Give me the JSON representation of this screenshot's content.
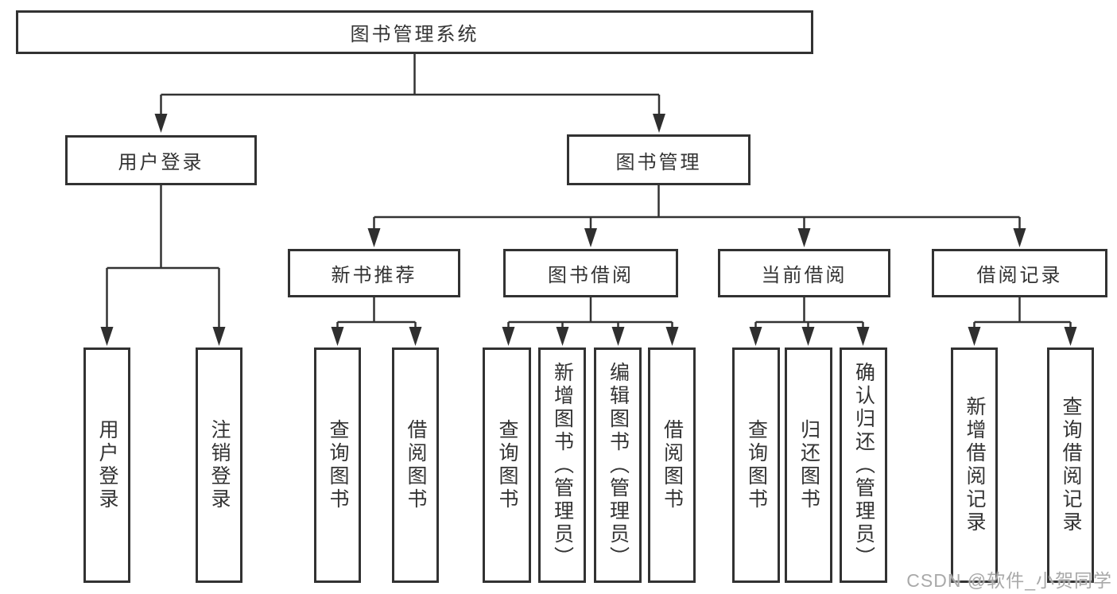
{
  "diagram": {
    "root": {
      "label": "图书管理系统"
    },
    "level2": [
      {
        "label": "用户登录"
      },
      {
        "label": "图书管理"
      }
    ],
    "level3": [
      {
        "label": "新书推荐"
      },
      {
        "label": "图书借阅"
      },
      {
        "label": "当前借阅"
      },
      {
        "label": "借阅记录"
      }
    ],
    "level4": [
      {
        "label": "用户登录"
      },
      {
        "label": "注销登录"
      },
      {
        "label": "查询图书"
      },
      {
        "label": "借阅图书"
      },
      {
        "label": "查询图书"
      },
      {
        "label": "新增图书（管理员）"
      },
      {
        "label": "编辑图书（管理员）"
      },
      {
        "label": "借阅图书"
      },
      {
        "label": "查询图书"
      },
      {
        "label": "归还图书"
      },
      {
        "label": "确认归还（管理员）"
      },
      {
        "label": "新增借阅记录"
      },
      {
        "label": "查询借阅记录"
      }
    ]
  },
  "watermark": {
    "text": "CSDN @软件_小贺同学"
  },
  "colors": {
    "line": "#333333",
    "box_border": "#323232",
    "text": "#333333",
    "watermark": "#a9a9a9",
    "background": "#ffffff"
  }
}
